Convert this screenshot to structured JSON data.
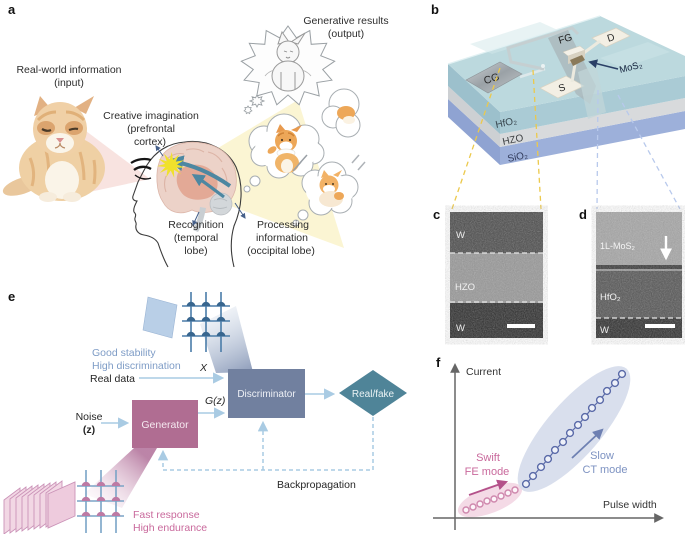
{
  "panel_labels": {
    "a": "a",
    "b": "b",
    "c": "c",
    "d": "d",
    "e": "e",
    "f": "f"
  },
  "panel_a": {
    "input": [
      "Real-world information",
      "(input)"
    ],
    "imagination": [
      "Creative imagination",
      "(prefrontal",
      "cortex)"
    ],
    "recognition": [
      "Recognition",
      "(temporal",
      "lobe)"
    ],
    "processing": [
      "Processing",
      "information",
      "(occipital lobe)"
    ],
    "output": [
      "Generative results",
      "(output)"
    ]
  },
  "panel_b": {
    "electrodes": {
      "cg": "CG",
      "fg": "FG",
      "s": "S",
      "d": "D"
    },
    "channel_label": "MoS₂",
    "layers": [
      "HfO₂",
      "HZO",
      "SiO₂"
    ]
  },
  "panel_c": {
    "labels": [
      "W",
      "HZO",
      "W"
    ]
  },
  "panel_d": {
    "labels": [
      "1L-MoS₂",
      "HfO₂",
      "W"
    ]
  },
  "panel_e": {
    "array_blue_caption": [
      "Good stability",
      "High discrimination"
    ],
    "real_data_label": "Real data",
    "x_symbol": "X",
    "noise_label": [
      "Noise",
      "(z)"
    ],
    "gz_label": "G(z)",
    "generator_label": "Generator",
    "discriminator_label": "Discriminator",
    "output_label": "Real/fake",
    "backprop_label": "Backpropagation",
    "array_pink_caption": [
      "Fast response",
      "High endurance"
    ]
  },
  "panel_f": {
    "ylabel": "Current",
    "xlabel": "Pulse width",
    "fe_caption": [
      "Swift",
      "FE mode"
    ],
    "ct_caption": [
      "Slow",
      "CT mode"
    ],
    "pink_points": [
      [
        466,
        510
      ],
      [
        473,
        507
      ],
      [
        480,
        504
      ],
      [
        487,
        501
      ],
      [
        494,
        499
      ],
      [
        501,
        496
      ],
      [
        508,
        493
      ],
      [
        515,
        490
      ]
    ],
    "blue_points": [
      [
        526,
        484
      ],
      [
        533,
        476
      ],
      [
        541,
        467
      ],
      [
        548,
        459
      ],
      [
        555,
        450
      ],
      [
        563,
        442
      ],
      [
        570,
        433
      ],
      [
        578,
        425
      ],
      [
        585,
        417
      ],
      [
        592,
        408
      ],
      [
        600,
        400
      ],
      [
        607,
        391
      ],
      [
        615,
        383
      ],
      [
        622,
        374
      ]
    ]
  },
  "colors": {
    "generator": "#b06d92",
    "discriminator": "#71809f",
    "real_fake": "#4f8498",
    "arrow_blue": "#a9cbe3",
    "text_blue": "#7e9cc6",
    "text_pink": "#c9699c",
    "fe_accent": "#b4518a",
    "ct_accent": "#6e80b2",
    "dash_yellow": "#ecc94b",
    "dash_blue": "#b8c9ec"
  }
}
